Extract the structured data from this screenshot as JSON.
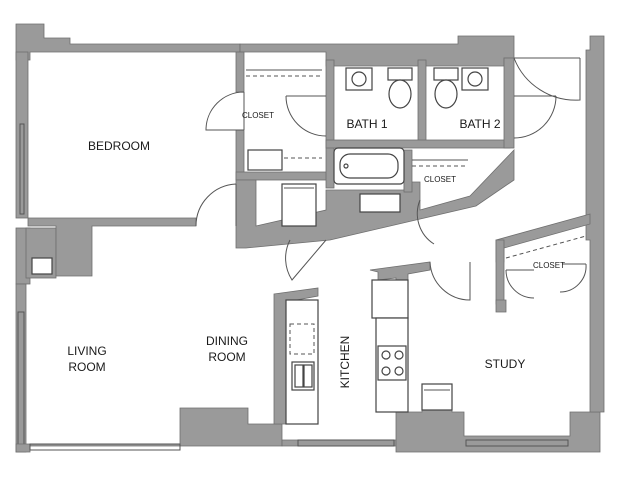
{
  "rooms": {
    "bedroom": "BEDROOM",
    "closet_bedroom": "CLOSET",
    "bath1": "BATH 1",
    "bath2": "BATH 2",
    "closet_hall": "CLOSET",
    "closet_study": "CLOSET",
    "living_line1": "LIVING",
    "living_line2": "ROOM",
    "dining_line1": "DINING",
    "dining_line2": "ROOM",
    "kitchen": "KITCHEN",
    "study": "STUDY"
  },
  "colors": {
    "wall": "#9a9a9a",
    "line": "#555555",
    "background": "#ffffff"
  }
}
